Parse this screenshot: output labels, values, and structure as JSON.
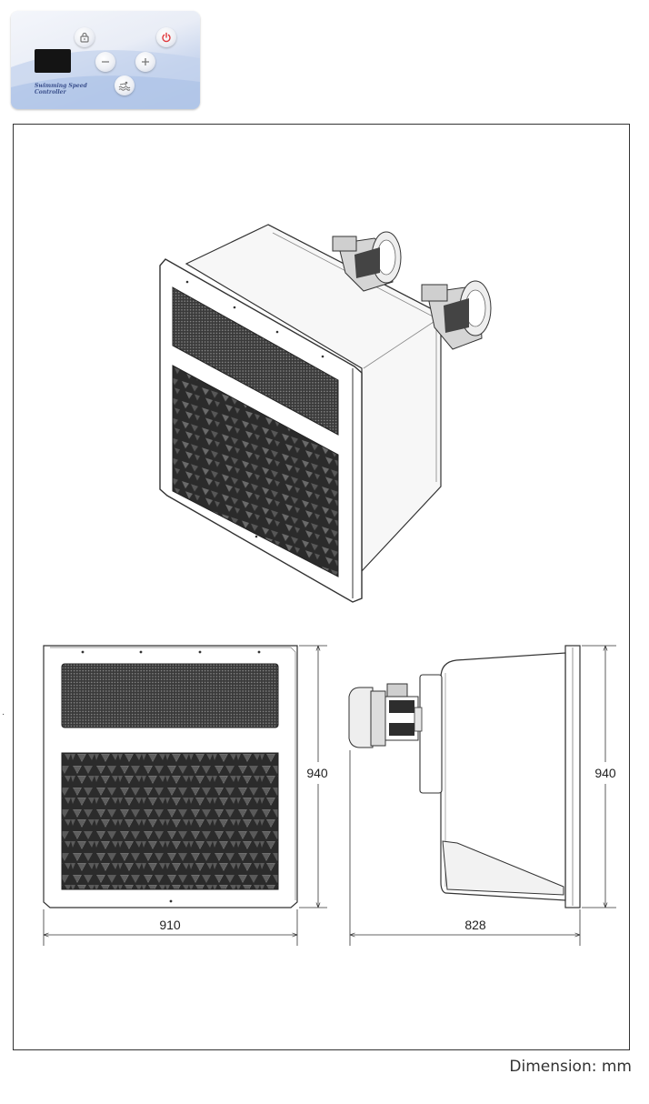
{
  "controller": {
    "brand_line1": "Swimming Speed",
    "brand_line2": "Controller",
    "icons": [
      "lock-icon",
      "power-icon",
      "minus-icon",
      "plus-icon",
      "swim-waves-icon"
    ],
    "colors": {
      "power": "#e0383c",
      "display": "#141414",
      "panel_blue": "#b7c9ea"
    }
  },
  "drawing": {
    "front_width_label": "910",
    "front_height_label": "940",
    "side_height_label": "940",
    "side_depth_label": "828"
  },
  "units_caption": "Dimension: mm"
}
